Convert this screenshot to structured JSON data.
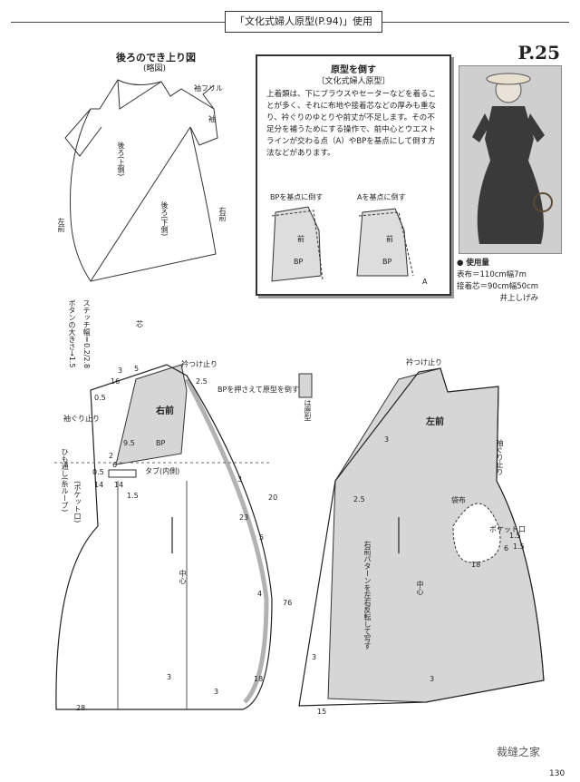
{
  "header": {
    "title": "「文化式婦人原型(P.94)」使用"
  },
  "page_label": "P.25",
  "back_view": {
    "title": "後ろのでき上り図",
    "subtitle": "(略図)",
    "labels": {
      "sleeve_frill": "袖フリル",
      "sleeve": "袖",
      "back_upper": "後ろ(上側)",
      "back_lower": "後ろ(下側)",
      "right_front": "右前",
      "left_front": "左前"
    }
  },
  "note": {
    "title": "原型を倒す",
    "subtitle": "〔文化式婦人原型〕",
    "body": "上着類は、下にブラウスやセーターなどを着ることが多く、それに布地や接着芯などの厚みも重なり、衿ぐりのゆとりや前丈が不足します。その不足分を補うためにする操作で、前中心とウエストラインが交わる点（A）やBPを基点にして倒す方法などがあります。",
    "diagram_a": "BPを基点に倒す",
    "diagram_b": "Aを基点に倒す",
    "front": "前",
    "bp": "BP",
    "point_a": "A"
  },
  "usage": {
    "heading": "● 使用量",
    "fabric": "表布＝110cm幅7m",
    "interfacing": "接着芯＝90cm幅50cm",
    "finish": "井上しげみ"
  },
  "right_front": {
    "title": "右前",
    "button_note": "ボタンの大きさ→1.5",
    "stitch_note": "ステッチ幅＝0.2/2.8",
    "collar_seam": "衿つけ止り",
    "bp_note": "BPを押さえて原型を倒す",
    "armhole": "袖ぐり止り",
    "tab": "タブ(内側)",
    "loop_hole": "ひも通し(糸ループ)",
    "pocket_mouth": "(ポケット口)",
    "center": "中心",
    "bp": "BP",
    "core": "芯",
    "nums": [
      "3",
      "16",
      "5",
      "2.5",
      "0.5",
      "9.5",
      "2",
      "6",
      "0.5",
      "14",
      "14",
      "1.5",
      "3",
      "20",
      "23",
      "5",
      "4",
      "76",
      "3",
      "3",
      "18",
      "28"
    ]
  },
  "legend_box": "は原型",
  "left_front": {
    "title": "左前",
    "collar_seam": "衿つけ止り",
    "armhole": "袖ぐり止り",
    "pocket_bag": "袋布",
    "pocket_mouth": "ポケット口",
    "flip_note": "右前パターンを左右反転して写す",
    "center": "中心",
    "nums": [
      "3",
      "2.5",
      "1.5",
      "1.5",
      "6",
      "18",
      "15",
      "3",
      "3"
    ]
  },
  "footer": {
    "watermark": "裁缝之家",
    "page": "130"
  }
}
